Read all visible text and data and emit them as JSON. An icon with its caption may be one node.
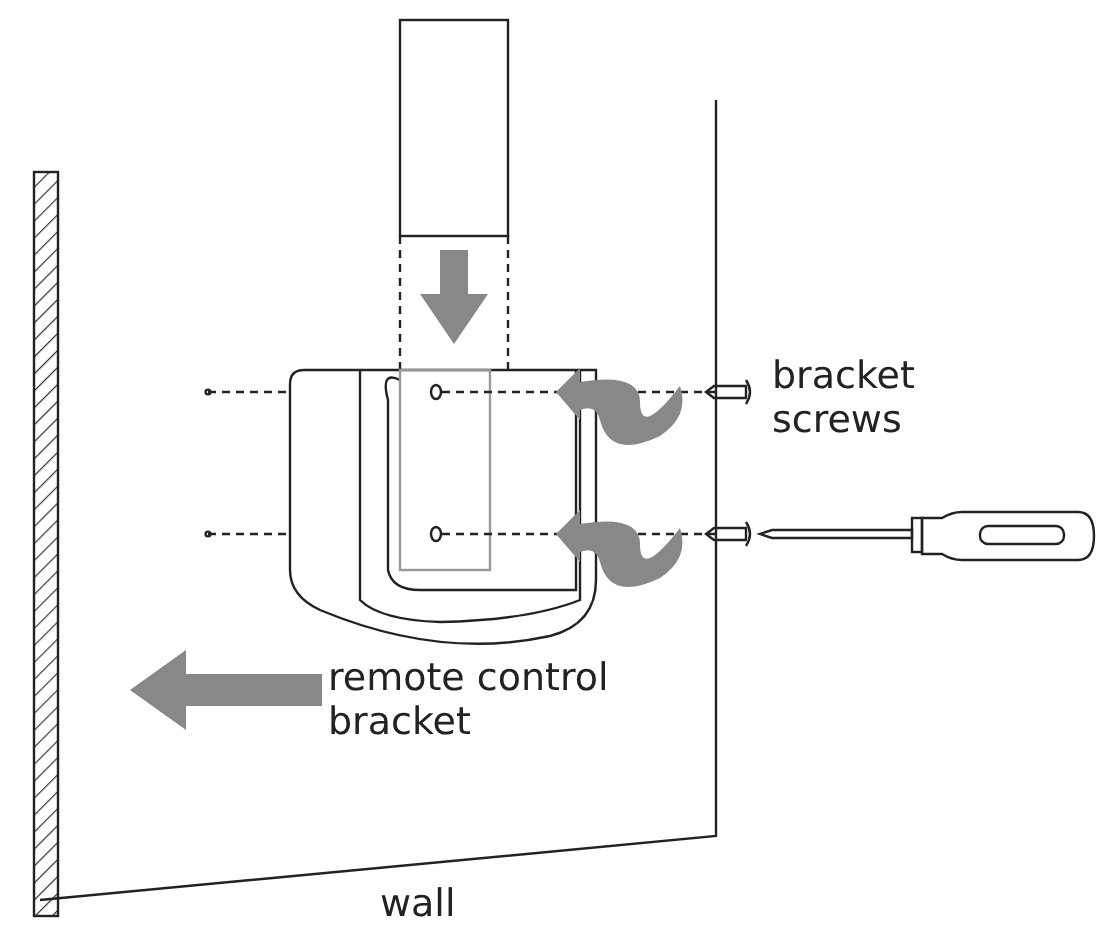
{
  "diagram": {
    "labels": [
      "bracket screws",
      "remote control bracket",
      "wall"
    ]
  }
}
